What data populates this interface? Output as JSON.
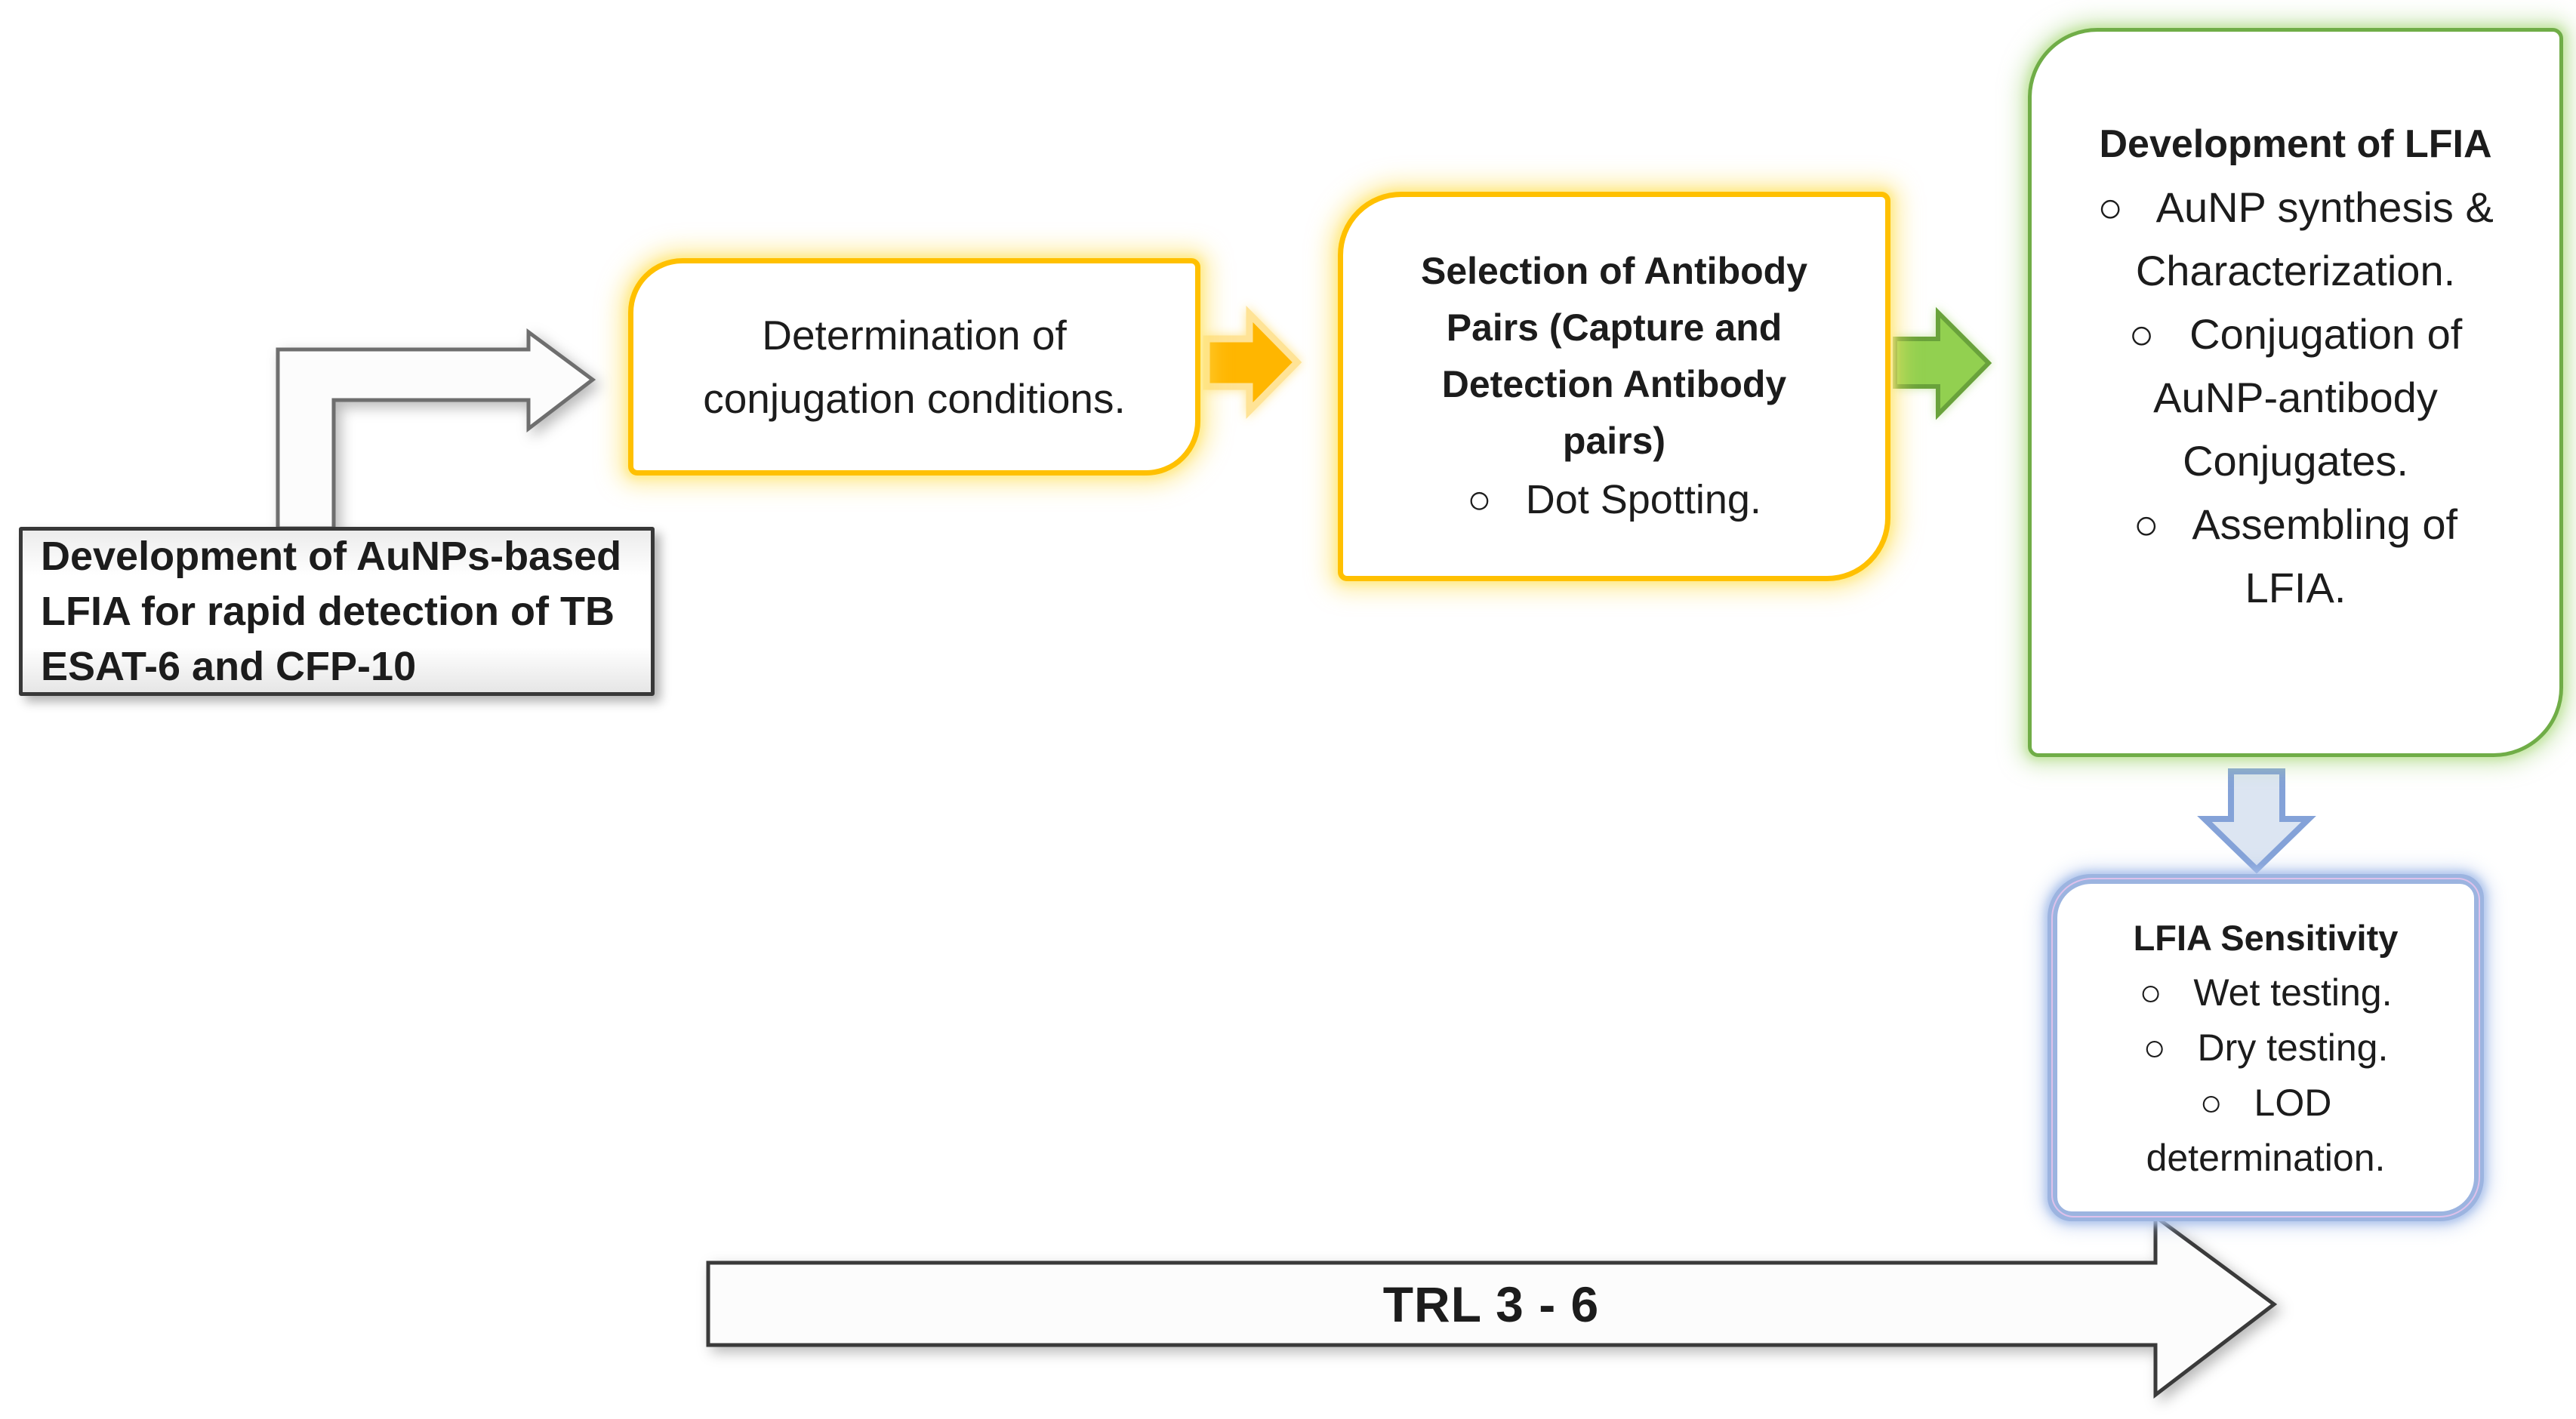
{
  "figure": {
    "background": "#ffffff",
    "palette": {
      "yellow_border": "#FFC000",
      "yellow_glow": "#FFE97D",
      "orange_arrow_fill": "#FFB600",
      "orange_arrow_outline": "#FFE396",
      "green_border": "#70AD47",
      "green_glow": "#C5E6A4",
      "green_arrow_fill": "#92D050",
      "green_arrow_outline": "#69A23B",
      "blue_border": "#9CB4E0",
      "blue_arrow_fill": "#DCE5F2",
      "blue_arrow_outline": "#84A2D8",
      "gray_arrow_outline": "#6E6E6E",
      "dark_box_border": "#383838",
      "white_arrow_fill": "#FCFCFC",
      "text_color": "#1C1C1C"
    },
    "project_box": {
      "lines": [
        "Development of AuNPs-based",
        "LFIA for rapid detection of TB",
        "ESAT-6 and CFP-10"
      ]
    },
    "conjugation_box": {
      "lines": [
        "Determination of",
        "conjugation conditions."
      ]
    },
    "antibody_box": {
      "title_lines": [
        "Selection of Antibody",
        "Pairs (Capture and",
        "Detection Antibody",
        "pairs)"
      ],
      "bullets": [
        "○   Dot Spotting."
      ]
    },
    "lfia_dev_box": {
      "title": "Development of LFIA",
      "lines": [
        "○   AuNP synthesis &",
        "Characterization.",
        "○   Conjugation of",
        "AuNP-antibody",
        "Conjugates.",
        "○   Assembling of",
        "LFIA."
      ]
    },
    "sensitivity_box": {
      "title": "LFIA Sensitivity",
      "lines": [
        "○   Wet testing.",
        "○   Dry testing.",
        "○   LOD",
        "determination."
      ]
    },
    "trl_arrow": {
      "label": "TRL 3 - 6"
    }
  }
}
